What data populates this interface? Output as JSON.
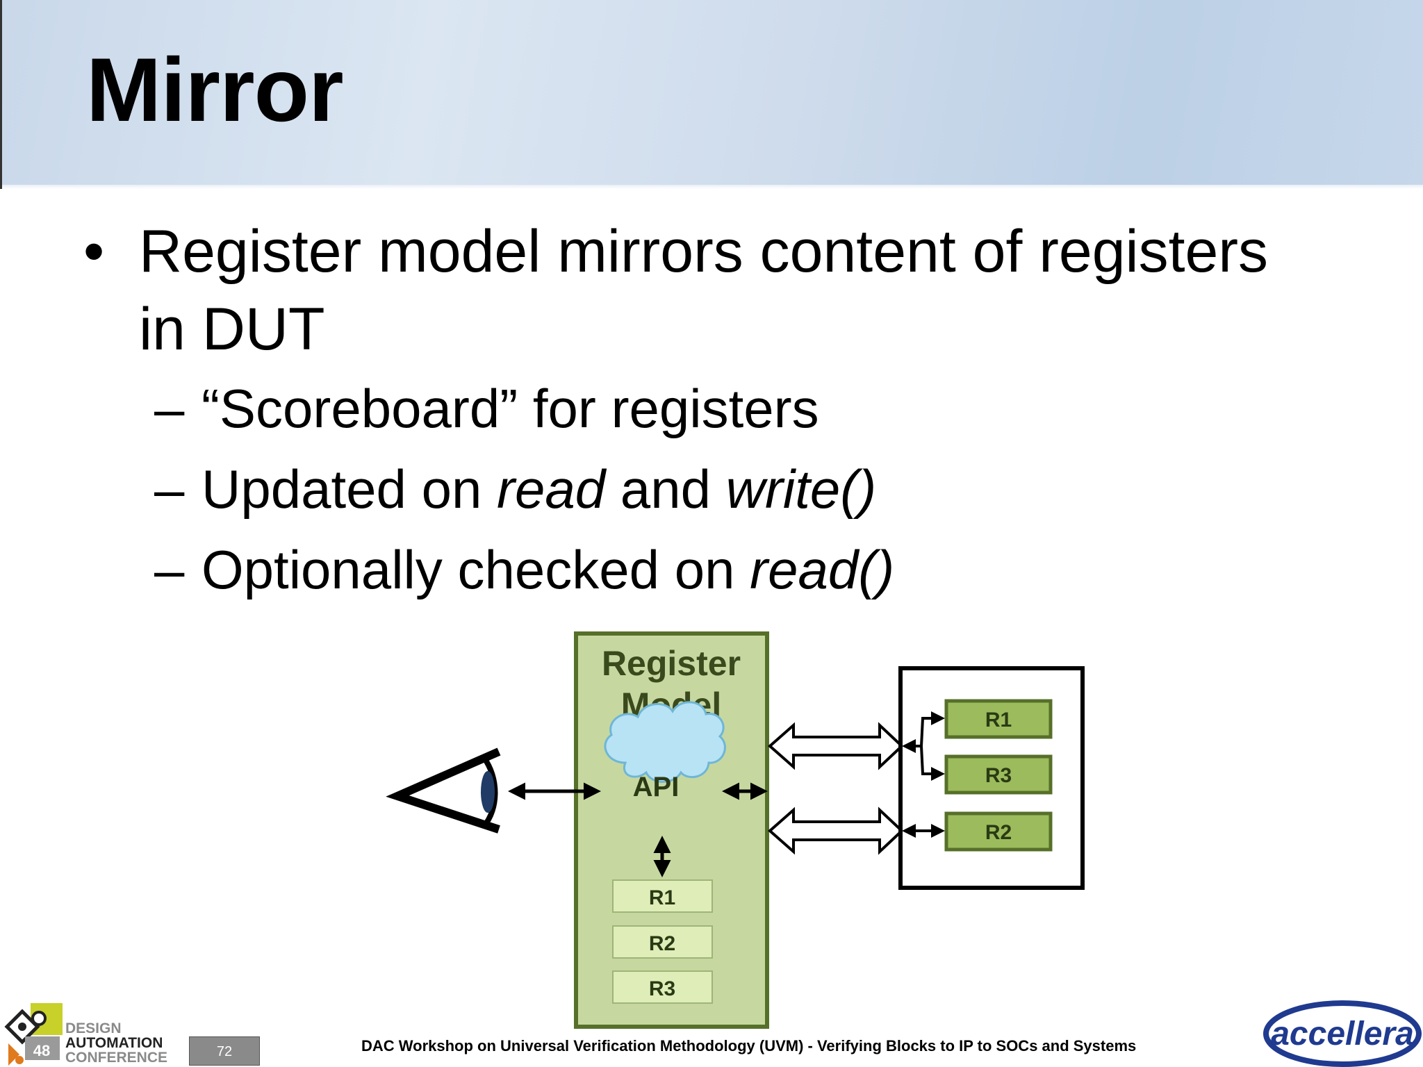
{
  "slide": {
    "title": "Mirror",
    "bullet_main_line1": "Register model mirrors content of registers",
    "bullet_main_line2": "in DUT",
    "sub_bullets": {
      "scoreboard": "“Scoreboard” for registers",
      "updated_prefix": "Updated on ",
      "updated_read": "read",
      "updated_and": " and ",
      "updated_write": "write()",
      "checked_prefix": "Optionally checked on ",
      "checked_read": "read()"
    }
  },
  "diagram": {
    "model_title_line1": "Register",
    "model_title_line2": "Model",
    "api_label": "API",
    "model_registers": [
      "R1",
      "R2",
      "R3"
    ],
    "dut_registers": [
      "R1",
      "R3",
      "R2"
    ],
    "colors": {
      "model_fill": "#c6d8a0",
      "model_border": "#56702a",
      "model_text": "#3a4a1c",
      "register_fill": "#dfeeb8",
      "dut_register_fill": "#9cbb5c",
      "cloud_fill": "#b8e3f5",
      "eye_pupil": "#1f3b66"
    }
  },
  "footer": {
    "page_number": "72",
    "workshop_text": "DAC Workshop on Universal Verification Methodology (UVM) - Verifying Blocks to IP to SOCs and Systems",
    "dac_logo_number": "48",
    "dac_logo_line1": "DESIGN",
    "dac_logo_line2": "AUTOMATION",
    "dac_logo_line3": "CONFERENCE",
    "accellera_logo_text": "accellera"
  }
}
